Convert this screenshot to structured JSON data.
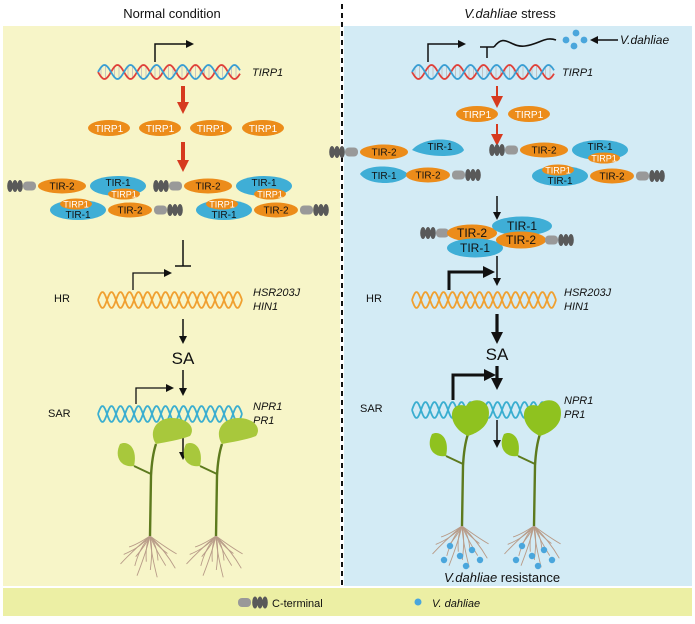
{
  "left_panel": {
    "title": "Normal condition",
    "gene_top": "TIRP1",
    "tirp_labels": [
      "TIRP1",
      "TIRP1",
      "TIRP1",
      "TIRP1"
    ],
    "complex": {
      "tir2": "TIR-2",
      "tir1": "TIR-1",
      "tirp1": "TIRP1"
    },
    "hr_label": "HR",
    "hr_genes": [
      "HSR203J",
      "HIN1"
    ],
    "sa_label": "SA",
    "sar_label": "SAR",
    "sar_genes": [
      "NPR1",
      "PR1"
    ]
  },
  "right_panel": {
    "title_italic": "V.dahliae",
    "title_rest": " stress",
    "pathogen_label": "V.dahliae",
    "gene_top": "TIRP1",
    "tirp_labels": [
      "TIRP1",
      "TIRP1"
    ],
    "complex": {
      "tir2": "TIR-2",
      "tir1": "TIR-1",
      "tirp1": "TIRP1"
    },
    "hr_label": "HR",
    "hr_genes": [
      "HSR203J",
      "HIN1"
    ],
    "sa_label": "SA",
    "sar_label": "SAR",
    "sar_genes": [
      "NPR1",
      "PR1"
    ],
    "resistance_italic": "V.dahliae",
    "resistance_rest": " resistance"
  },
  "legend": {
    "c_terminal": "C-terminal",
    "pathogen": "V. dahliae"
  },
  "colors": {
    "left_bg": "#f7f5c8",
    "right_bg": "#d3ebf5",
    "legend_bg": "#ecefa4",
    "orange": "#ec8c1a",
    "blue": "#3faed6",
    "red_arrow": "#d63a1f",
    "dna_red": "#e0413a",
    "dna_blue": "#3a9ed3",
    "hr_dna": "#f0a030",
    "sar_dna": "#3aaed0",
    "plant_green": "#a3c53a"
  }
}
